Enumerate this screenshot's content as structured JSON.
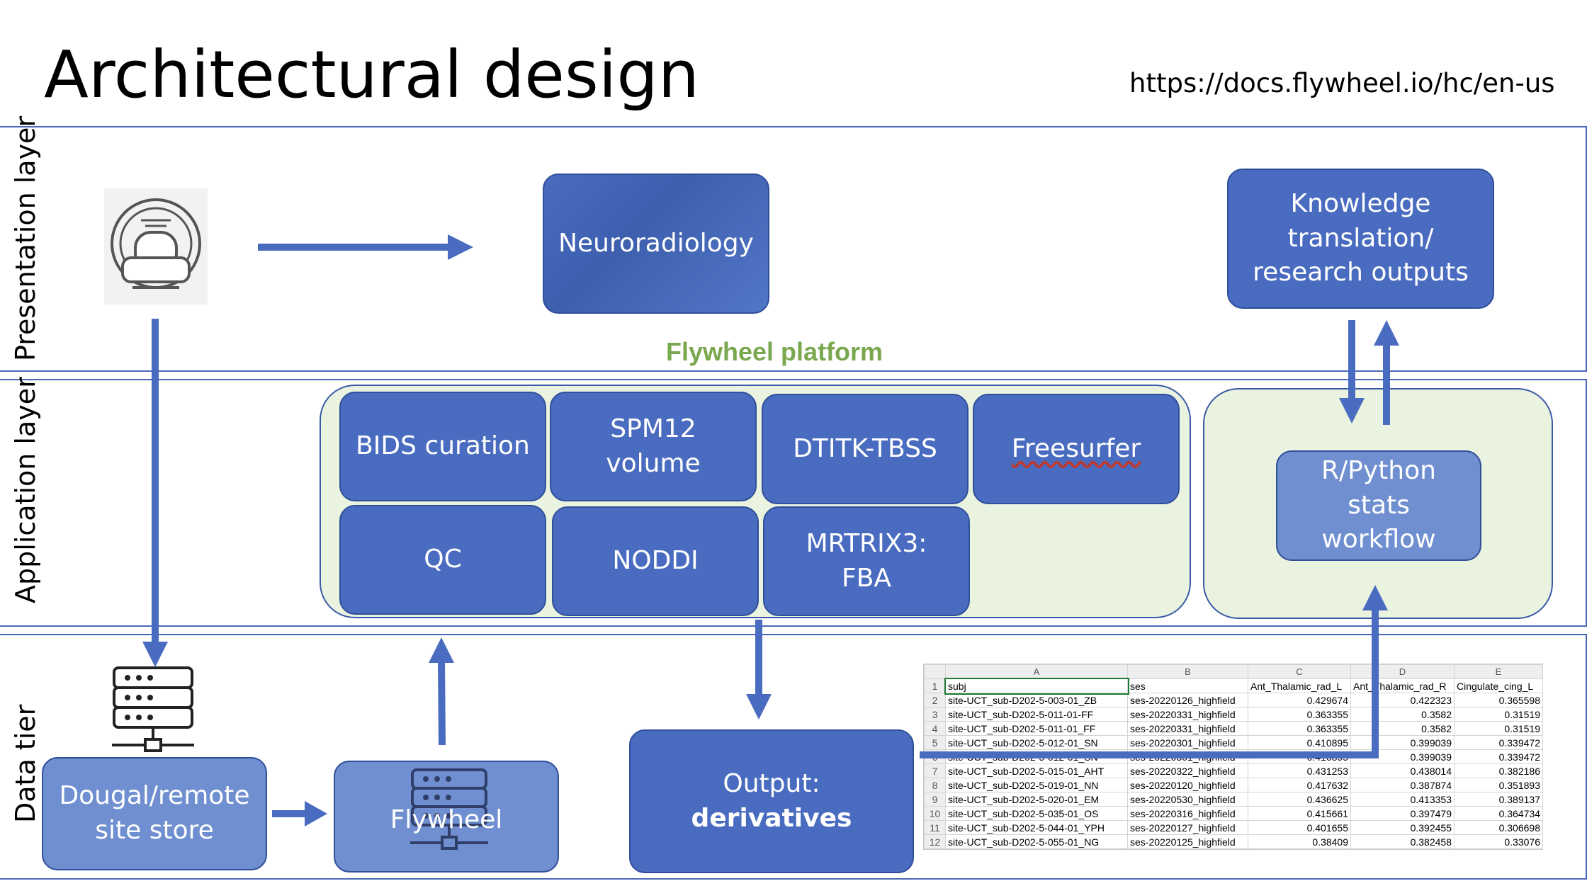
{
  "title": "Architectural design",
  "url": "https://docs.flywheel.io/hc/en-us",
  "layers": {
    "presentation": "Presentation layer",
    "application": "Application layer",
    "data": "Data tier"
  },
  "icons": {
    "scanner": "mri-scanner-icon",
    "server": "server-stack-icon"
  },
  "presentation": {
    "neuroradiology": "Neuroradiology",
    "knowledge": "Knowledge translation/ research outputs"
  },
  "platform_label": "Flywheel platform",
  "apps": {
    "bids": "BIDS curation",
    "spm": "SPM12 volume",
    "dtitk": "DTITK-TBSS",
    "freesurfer": "Freesurfer",
    "qc": "QC",
    "noddi": "NODDI",
    "mrtrix": "MRTRIX3: FBA",
    "stats": "R/Python stats workflow"
  },
  "data_tier": {
    "store": "Dougal/remote site store",
    "flywheel": "Flywheel",
    "output_line1": "Output:",
    "output_line2": "derivatives"
  },
  "colors": {
    "box_dark": "#4a6cc0",
    "box_light": "#6f8fd0",
    "group_fill": "#eaf3e0",
    "platform_text": "#7aa84f",
    "arrow": "#4a6cc0"
  },
  "spreadsheet": {
    "col_letters": [
      "",
      "A",
      "B",
      "C",
      "D",
      "E"
    ],
    "rows": [
      [
        "1",
        "subj",
        "ses",
        "Ant_Thalamic_rad_L",
        "Ant_Thalamic_rad_R",
        "Cingulate_cing_L"
      ],
      [
        "2",
        "site-UCT_sub-D202-5-003-01_ZB",
        "ses-20220126_highfield",
        "0.429674",
        "0.422323",
        "0.365598"
      ],
      [
        "3",
        "site-UCT_sub-D202-5-011-01-FF",
        "ses-20220331_highfield",
        "0.363355",
        "0.3582",
        "0.31519"
      ],
      [
        "4",
        "site-UCT_sub-D202-5-011-01_FF",
        "ses-20220331_highfield",
        "0.363355",
        "0.3582",
        "0.31519"
      ],
      [
        "5",
        "site-UCT_sub-D202-5-012-01_SN",
        "ses-20220301_highfield",
        "0.410895",
        "0.399039",
        "0.339472"
      ],
      [
        "6",
        "site-UCT_sub-D202-5-012-01_SN",
        "ses-20220301_highfield",
        "0.410895",
        "0.399039",
        "0.339472"
      ],
      [
        "7",
        "site-UCT_sub-D202-5-015-01_AHT",
        "ses-20220322_highfield",
        "0.431253",
        "0.438014",
        "0.382186"
      ],
      [
        "8",
        "site-UCT_sub-D202-5-019-01_NN",
        "ses-20220120_highfield",
        "0.417632",
        "0.387874",
        "0.351893"
      ],
      [
        "9",
        "site-UCT_sub-D202-5-020-01_EM",
        "ses-20220530_highfield",
        "0.436625",
        "0.413353",
        "0.389137"
      ],
      [
        "10",
        "site-UCT_sub-D202-5-035-01_OS",
        "ses-20220316_highfield",
        "0.415661",
        "0.397479",
        "0.364734"
      ],
      [
        "11",
        "site-UCT_sub-D202-5-044-01_YPH",
        "ses-20220127_highfield",
        "0.401655",
        "0.392455",
        "0.306698"
      ],
      [
        "12",
        "site-UCT_sub-D202-5-055-01_NG",
        "ses-20220125_highfield",
        "0.38409",
        "0.382458",
        "0.33076"
      ]
    ]
  }
}
